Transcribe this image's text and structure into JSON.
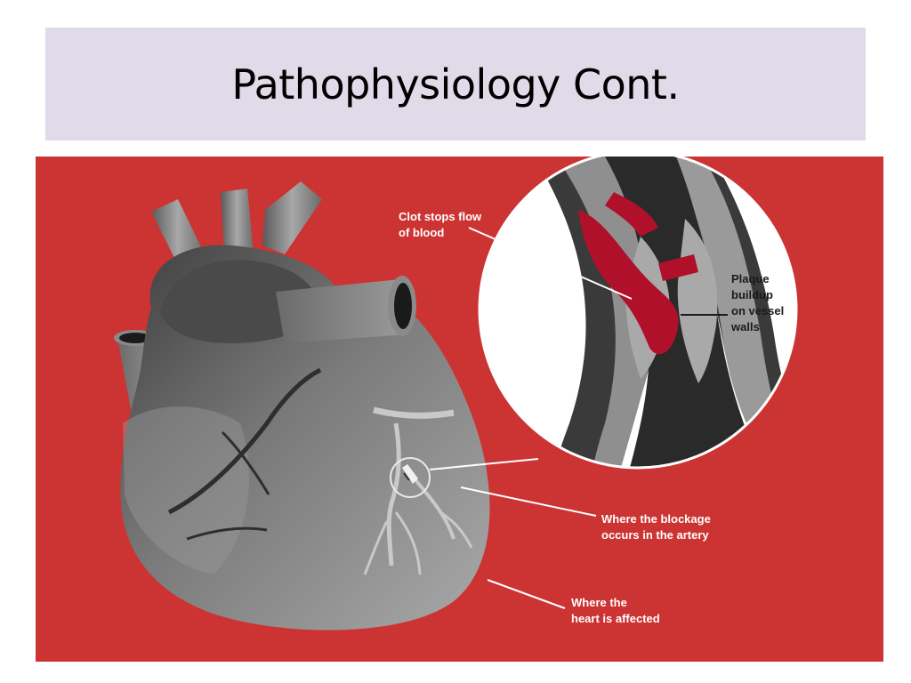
{
  "slide": {
    "title": "Pathophysiology Cont."
  },
  "diagram": {
    "background_color": "#cc3333",
    "clot_color": "#b0102a",
    "labels": {
      "clot_line1": "Clot stops flow",
      "clot_line2": "of blood",
      "plaque_line1": "Plaque",
      "plaque_line2": "buildup",
      "plaque_line3": "on vessel",
      "plaque_line4": "walls",
      "blockage_line1": "Where the blockage",
      "blockage_line2": "occurs in the artery",
      "affected_line1": "Where the",
      "affected_line2": "heart is affected"
    }
  }
}
